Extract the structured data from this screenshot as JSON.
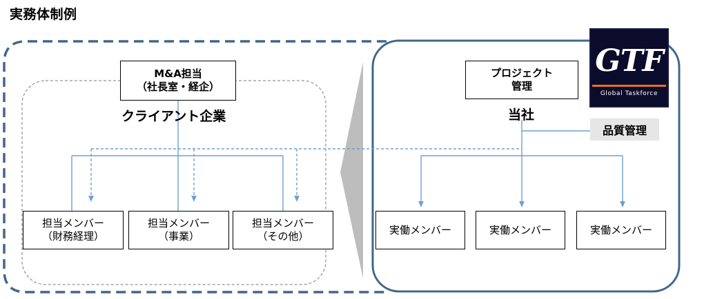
{
  "title": "実務体制例",
  "client": {
    "lead_line1": "M&A担当",
    "lead_line2": "（社長室・経企）",
    "label": "クライアント企業",
    "members": [
      {
        "line1": "担当メンバー",
        "line2": "（財務経理）"
      },
      {
        "line1": "担当メンバー",
        "line2": "（事業）"
      },
      {
        "line1": "担当メンバー",
        "line2": "（その他）"
      }
    ]
  },
  "firm": {
    "lead_line1": "プロジェクト",
    "lead_line2": "管理",
    "label": "当社",
    "qa_label": "品質管理",
    "members": [
      "実働メンバー",
      "実働メンバー",
      "実働メンバー"
    ]
  },
  "logo": {
    "mark": "GTF",
    "subtitle": "Global Taskforce"
  },
  "colors": {
    "outer_frame": "#41668a",
    "inner_frame": "#7a7a7a",
    "connector": "#6f9fd0",
    "wedge": "#bdbdbd"
  }
}
